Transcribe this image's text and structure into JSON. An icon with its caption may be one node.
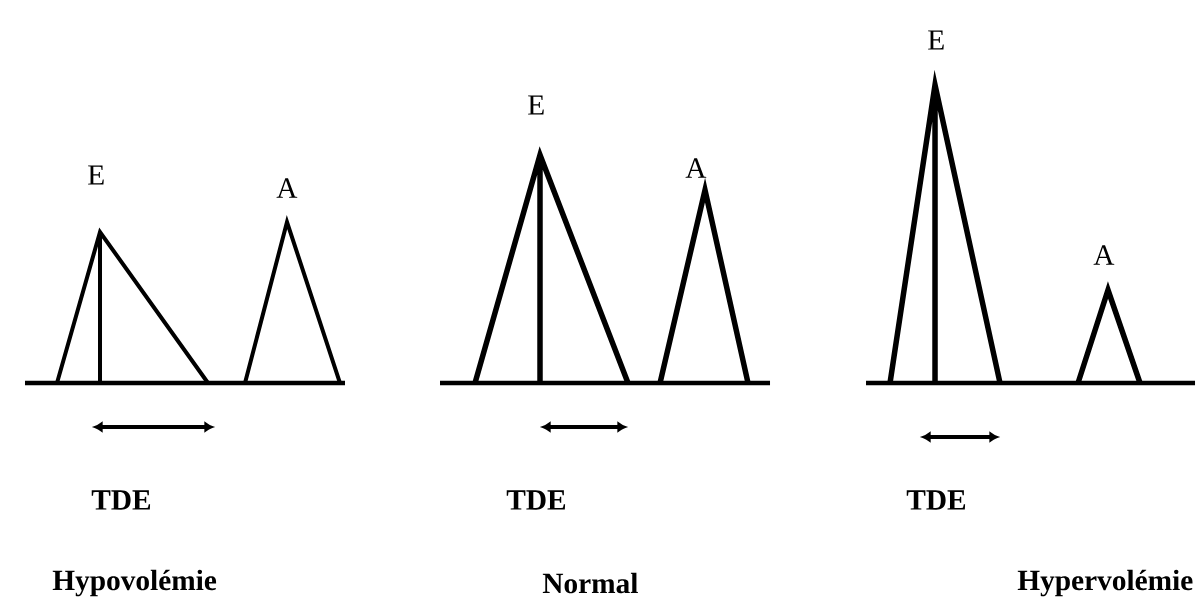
{
  "diagram": {
    "labels": [
      "E",
      "A",
      "TDE",
      "Hypovolémie",
      "E",
      "A",
      "TDE",
      "Normal",
      "E",
      "A",
      "TDE",
      "Hypervolémie"
    ]
  }
}
